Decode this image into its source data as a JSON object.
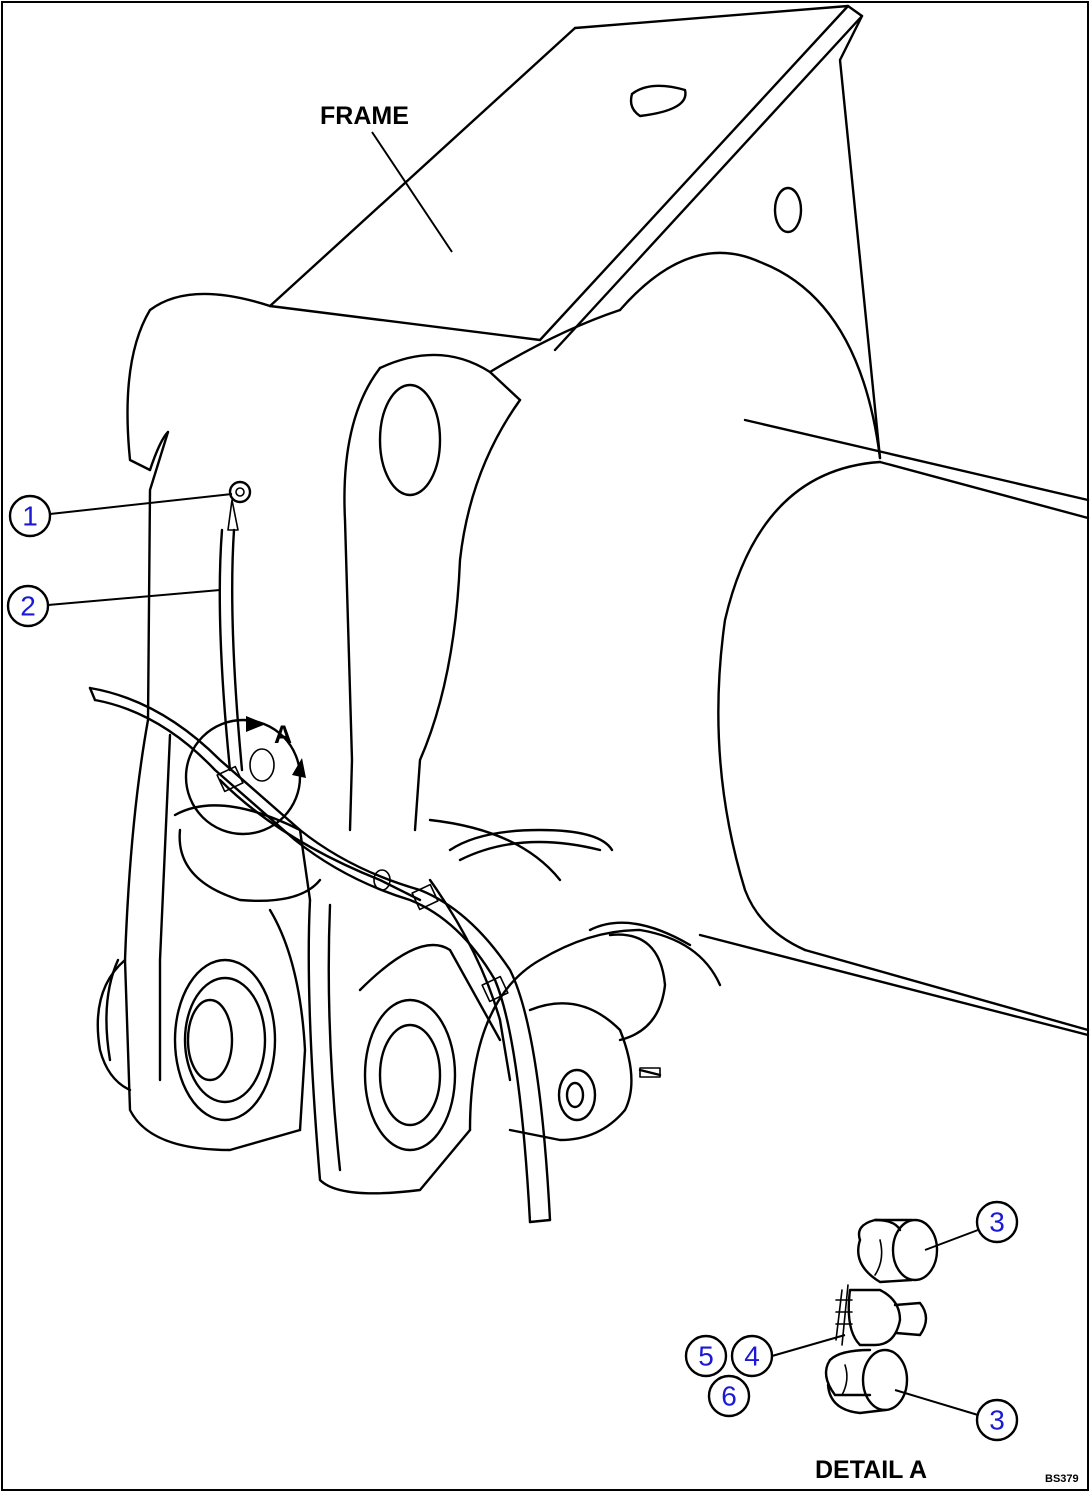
{
  "labels": {
    "frame": "FRAME",
    "view_letter": "A",
    "detail": "DETAIL A",
    "ref_code": "BS379"
  },
  "callouts": {
    "c1": "1",
    "c2": "2",
    "c3_top": "3",
    "c3_bottom": "3",
    "c4": "4",
    "c5": "5",
    "c6": "6"
  },
  "colors": {
    "callout_number": "#1a1ad6",
    "linework": "#000000",
    "background": "#ffffff"
  }
}
